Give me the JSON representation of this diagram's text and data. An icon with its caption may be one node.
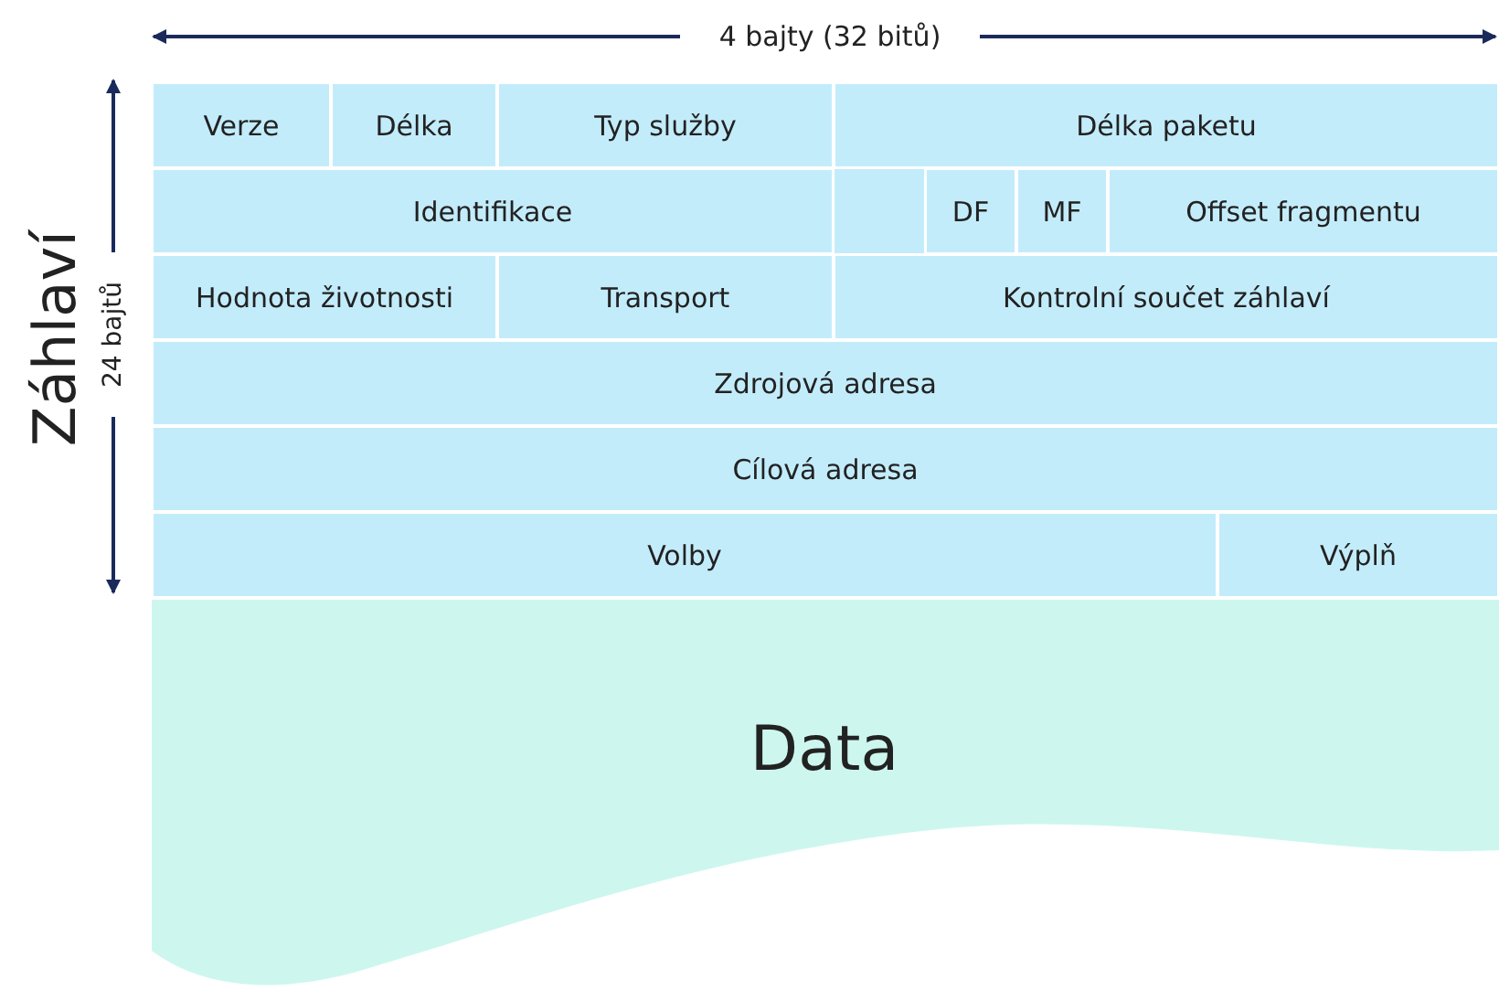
{
  "diagram": {
    "labels": [
      "4 bajty (32 bitů)",
      "Záhlaví",
      "24 bajtů",
      "Verze",
      "Délka",
      "Typ služby",
      "Délka paketu",
      "Identifikace",
      "DF",
      "MF",
      "Offset fragmentu",
      "Hodnota životnosti",
      "Transport",
      "Kontrolní součet záhlaví",
      "Zdrojová adresa",
      "Cílová adresa",
      "Volby",
      "Výplň",
      "Data"
    ]
  }
}
